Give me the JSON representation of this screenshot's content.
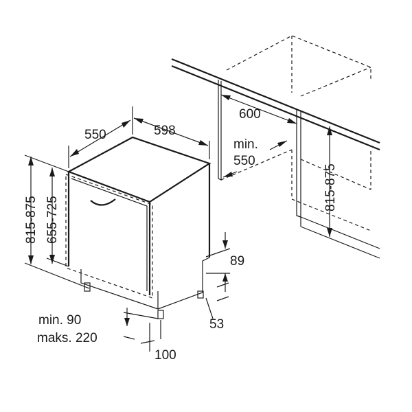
{
  "diagram": {
    "dimensions": {
      "depth": "550",
      "width": "598",
      "niche_width": "600",
      "niche_depth_line1": "min.",
      "niche_depth_line2": "550",
      "height_total": "815-875",
      "height_door": "655-725",
      "niche_height": "815-875",
      "plinth_height": "89",
      "foot_offset": "53",
      "plinth_line1": "min. 90",
      "plinth_line2": "maks. 220",
      "foot_depth": "100"
    },
    "colors": {
      "line": "#1a1a1a",
      "background": "#ffffff"
    }
  }
}
